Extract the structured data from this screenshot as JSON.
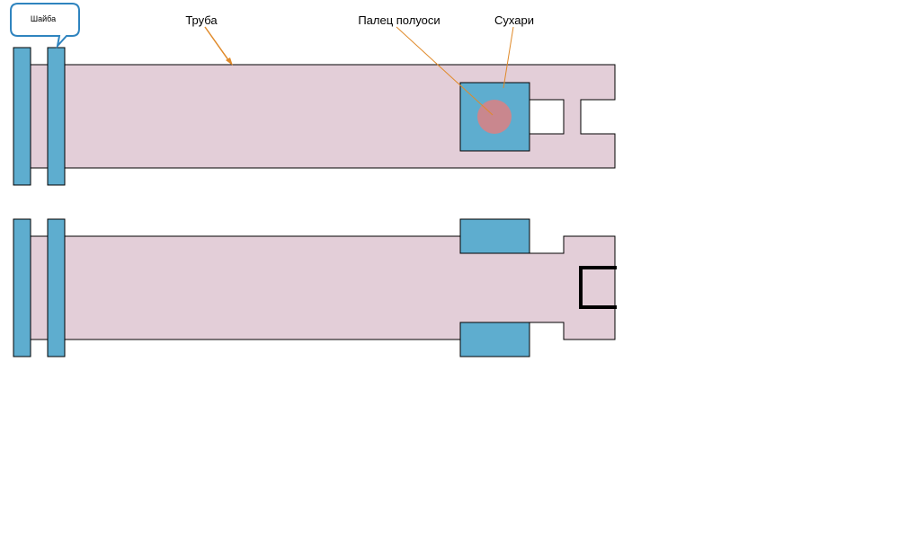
{
  "labels": {
    "washer": "Шайба",
    "tube": "Труба",
    "axle_pin": "Палец полуоси",
    "crackers": "Сухари"
  },
  "colors": {
    "tube_fill": "#e3ced8",
    "part_fill": "#5eadcf",
    "pin_fill": "#c9878e",
    "outline": "#000000",
    "leader": "#e08a2a",
    "callout_border": "#2f84bf"
  }
}
